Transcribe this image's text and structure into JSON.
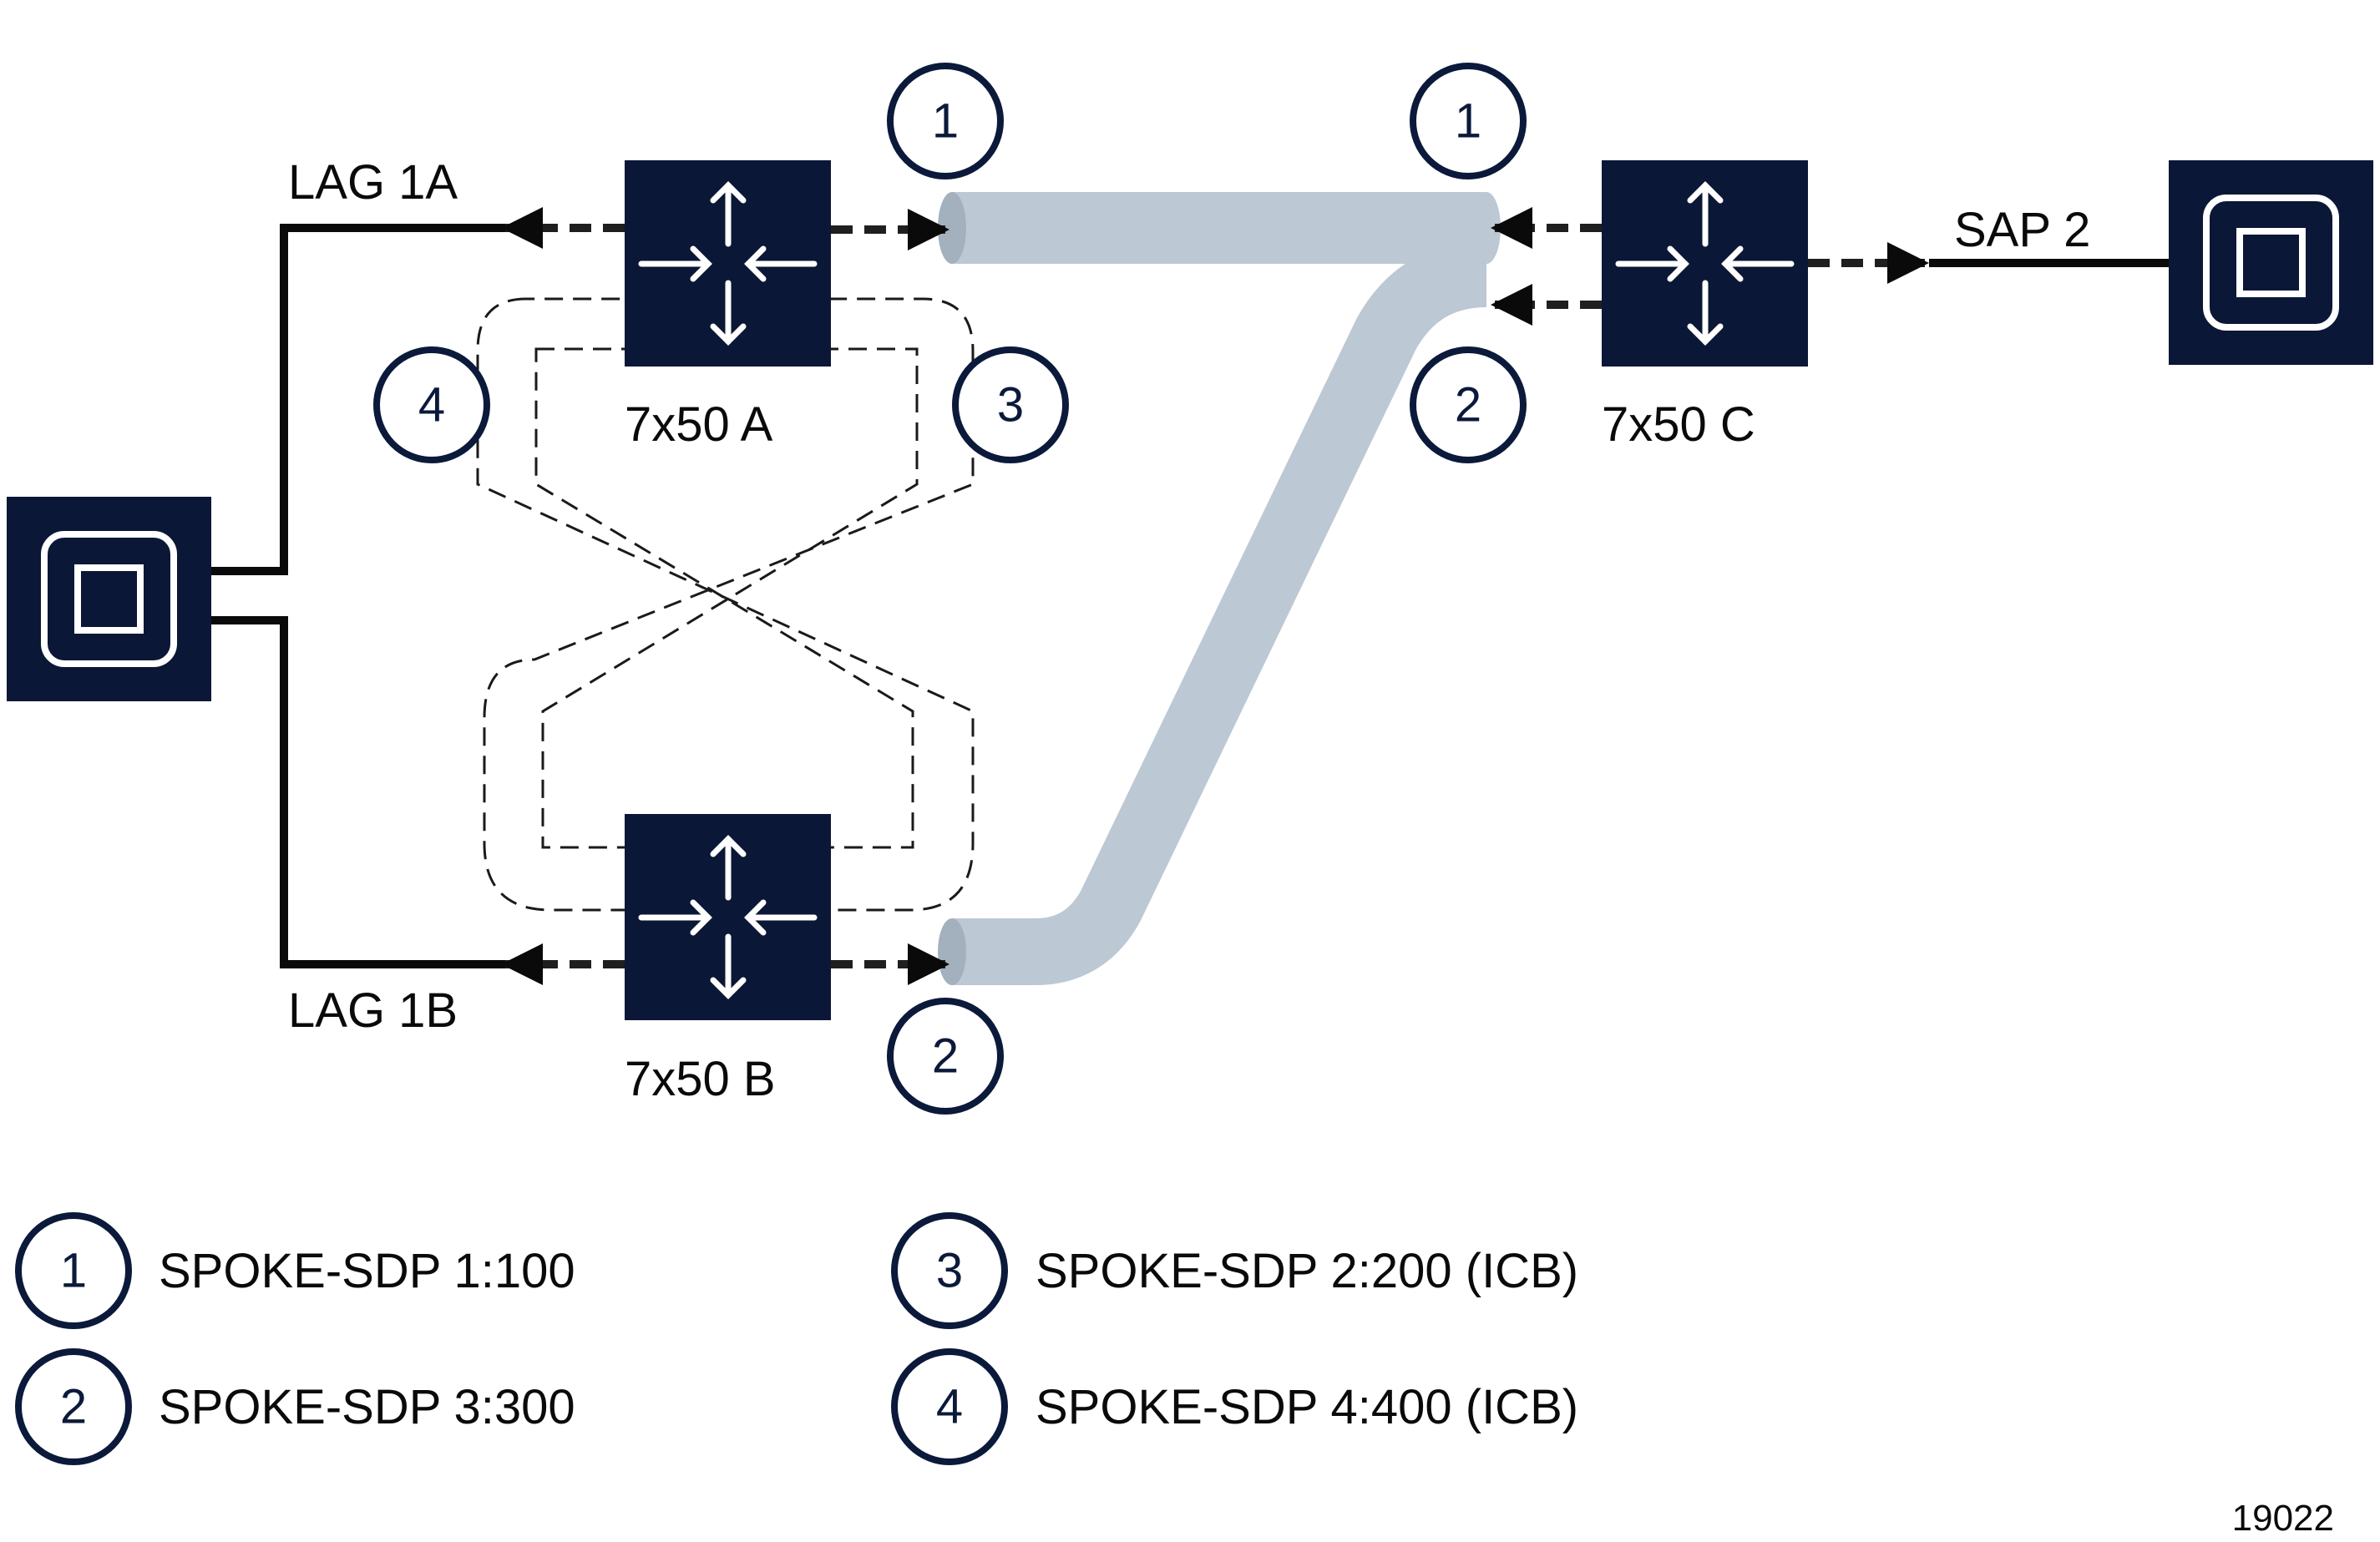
{
  "colors": {
    "device_fill": "#0b1736",
    "device_icon": "#ffffff",
    "tunnel": "#bcc8d3",
    "line": "#0a0a0a",
    "circle_stroke": "#0b1a3a"
  },
  "labels": {
    "lag_1a": "LAG 1A",
    "lag_1b": "LAG 1B",
    "sap_2": "SAP 2",
    "node_a": "7x50 A",
    "node_b": "7x50 B",
    "node_c": "7x50 C",
    "figure_id": "19022"
  },
  "markers": {
    "a_top": "1",
    "c_top": "1",
    "c_bottom": "2",
    "b_bottom": "2",
    "icb_left": "4",
    "icb_right": "3"
  },
  "legend": [
    {
      "num": "1",
      "text": "SPOKE-SDP 1:100"
    },
    {
      "num": "2",
      "text": "SPOKE-SDP 3:300"
    },
    {
      "num": "3",
      "text": "SPOKE-SDP 2:200 (ICB)"
    },
    {
      "num": "4",
      "text": "SPOKE-SDP 4:400 (ICB)"
    }
  ],
  "icons": {
    "router": "router-icon",
    "ce": "ce-switch-icon"
  }
}
